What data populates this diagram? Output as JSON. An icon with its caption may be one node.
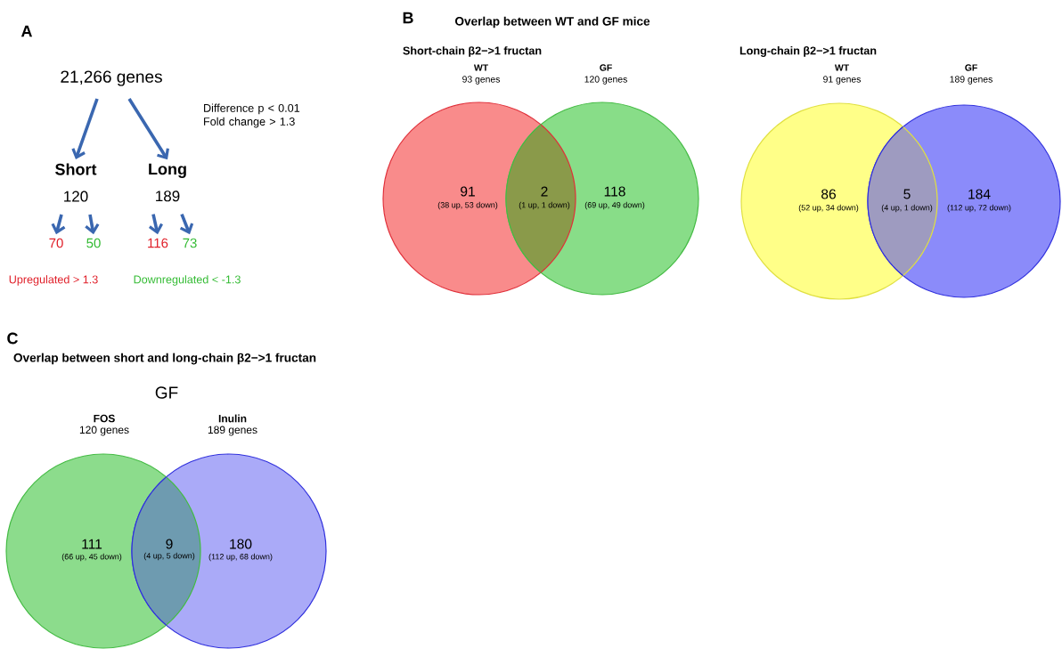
{
  "diagram": {
    "nodes": [
      {
        "text": [
          "21,266 genes"
        ]
      },
      {
        "text": [
          "Short",
          "120"
        ]
      },
      {
        "text": [
          "Long",
          "189"
        ]
      },
      {
        "text": [
          "70"
        ]
      },
      {
        "text": [
          "50"
        ]
      },
      {
        "text": [
          "116"
        ]
      },
      {
        "text": [
          "73"
        ]
      },
      {
        "text": [
          "WT",
          "93 genes",
          "91",
          "(38 up, 53 down)"
        ]
      },
      {
        "text": [
          "GF",
          "120 genes",
          "118",
          "(69 up, 49 down)"
        ]
      },
      {
        "text": [
          "WT",
          "91 genes",
          "86",
          "(52 up, 34 down)"
        ]
      },
      {
        "text": [
          "GF",
          "189 genes",
          "184",
          "(112 up, 72 down)"
        ]
      },
      {
        "text": [
          "FOS",
          "120 genes",
          "111",
          "(66 up, 45 down)"
        ]
      },
      {
        "text": [
          "Inulin",
          "189 genes",
          "180",
          "(112 up, 68 down)"
        ]
      },
      {
        "text": [
          "2",
          "(1 up, 1 down)"
        ]
      },
      {
        "text": [
          "5",
          "(4 up, 1 down)"
        ]
      },
      {
        "text": [
          "9",
          "(4 up, 5 down)"
        ]
      }
    ],
    "edges": [
      {
        "from": 0,
        "to": 1,
        "arrow": "to"
      },
      {
        "from": 0,
        "to": 2,
        "arrow": "to"
      },
      {
        "from": 1,
        "to": 3,
        "arrow": "to"
      },
      {
        "from": 1,
        "to": 4,
        "arrow": "to"
      },
      {
        "from": 2,
        "to": 5,
        "arrow": "to"
      },
      {
        "from": 2,
        "to": 6,
        "arrow": "to"
      }
    ],
    "labels": [
      "A",
      "Difference p < 0.01 Fold change > 1.3",
      "Upregulated > 1.3",
      "Downregulated < -1.3",
      "B",
      "Overlap between WT and GF mice",
      "Short-chain β2−>1 fructan",
      "Long-chain β2−>1 fructan",
      "C",
      "Overlap between short and long-chain β2−>1 fructan",
      "GF"
    ]
  }
}
